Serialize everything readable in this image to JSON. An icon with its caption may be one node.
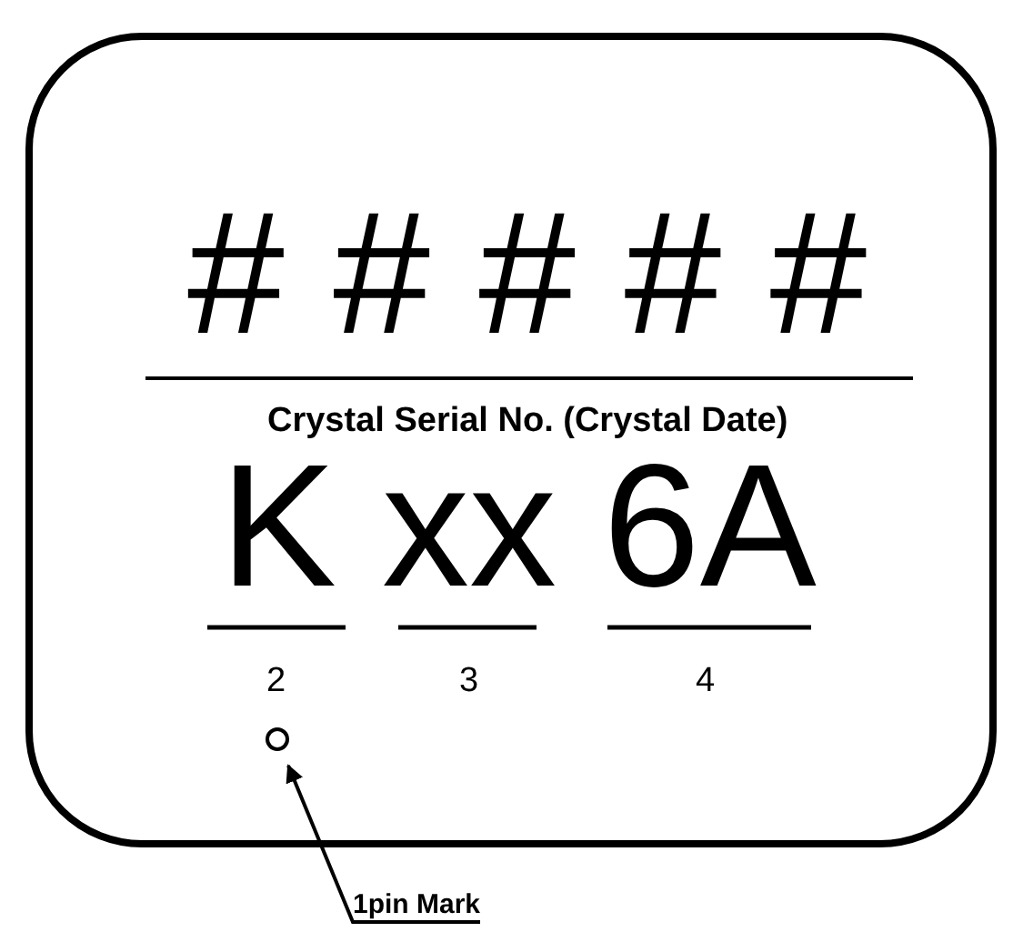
{
  "diagram": {
    "nodes": [
      {
        "text": [
          "1pin Mark"
        ]
      },
      {
        "text": [],
        "shape": "circle"
      }
    ],
    "edges": [
      {
        "from": 0,
        "to": 1,
        "arrow": "to"
      }
    ],
    "labels": [
      "# # # # #",
      "Crystal Serial No. (Crystal Date)",
      "K",
      "xx",
      "6A",
      "2",
      "3",
      "4"
    ]
  }
}
